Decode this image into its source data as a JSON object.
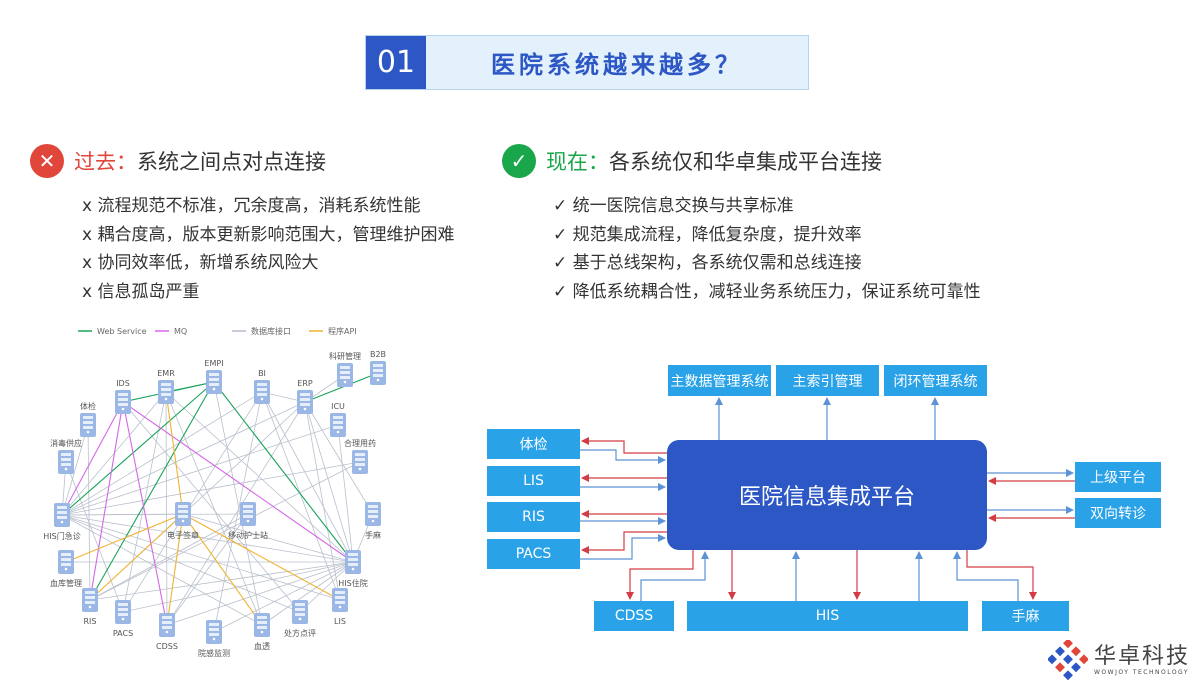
{
  "title": {
    "number": "01",
    "text": "医院系统越来越多？"
  },
  "past": {
    "icon": "x-circle-icon",
    "label": "过去：",
    "heading": "系统之间点对点连接",
    "items": [
      "x 流程规范不标准，冗余度高，消耗系统性能",
      "x 耦合度高，版本更新影响范围大，管理维护困难",
      "x 协同效率低，新增系统风险大",
      "x 信息孤岛严重"
    ]
  },
  "now": {
    "icon": "check-circle-icon",
    "label": "现在：",
    "heading": "各系统仅和华卓集成平台连接",
    "items": [
      "✓  统一医院信息交换与共享标准",
      "✓  规范集成流程，降低复杂度，提升效率",
      "✓  基于总线架构，各系统仅需和总线连接",
      "✓  降低系统耦合性，减轻业务系统压力，保证系统可靠性"
    ]
  },
  "network": {
    "legend": [
      {
        "label": "Web Service",
        "color": "#1aa35a"
      },
      {
        "label": "MQ",
        "color": "#d567e8"
      },
      {
        "label": "数据库接口",
        "color": "#b4bccb"
      },
      {
        "label": "程序API",
        "color": "#f0b433"
      }
    ],
    "nodes": [
      "科研管理",
      "B2B",
      "EMPI",
      "EMR",
      "BI",
      "ERP",
      "IDS",
      "ICU",
      "体检",
      "合理用药",
      "消毒供应",
      "HIS门急诊",
      "电子签章",
      "移动护士站",
      "手麻",
      "血库管理",
      "HIS住院",
      "RIS",
      "LIS",
      "PACS",
      "处方点评",
      "CDSS",
      "血透",
      "院感监测"
    ],
    "edges": {
      "ws": [
        [
          3,
          2
        ],
        [
          6,
          2
        ],
        [
          2,
          11
        ],
        [
          2,
          17
        ],
        [
          2,
          16
        ],
        [
          5,
          1
        ]
      ],
      "mq": [
        [
          6,
          11
        ],
        [
          6,
          17
        ],
        [
          6,
          21
        ],
        [
          6,
          16
        ]
      ],
      "api": [
        [
          3,
          12
        ],
        [
          12,
          15
        ],
        [
          12,
          17
        ],
        [
          12,
          21
        ],
        [
          12,
          22
        ],
        [
          12,
          18
        ]
      ],
      "db": [
        [
          11,
          3
        ],
        [
          11,
          4
        ],
        [
          11,
          5
        ],
        [
          11,
          7
        ],
        [
          11,
          9
        ],
        [
          11,
          8
        ],
        [
          11,
          10
        ],
        [
          11,
          16
        ],
        [
          11,
          18
        ],
        [
          11,
          20
        ],
        [
          11,
          22
        ],
        [
          11,
          12
        ],
        [
          11,
          13
        ],
        [
          3,
          16
        ],
        [
          3,
          21
        ],
        [
          3,
          19
        ],
        [
          3,
          22
        ],
        [
          4,
          5
        ],
        [
          4,
          16
        ],
        [
          4,
          18
        ],
        [
          4,
          19
        ],
        [
          5,
          16
        ],
        [
          5,
          17
        ],
        [
          5,
          21
        ],
        [
          5,
          14
        ],
        [
          0,
          5
        ],
        [
          7,
          16
        ],
        [
          9,
          17
        ],
        [
          14,
          16
        ],
        [
          8,
          17
        ],
        [
          15,
          16
        ],
        [
          16,
          17
        ],
        [
          16,
          19
        ],
        [
          16,
          20
        ],
        [
          16,
          21
        ],
        [
          16,
          22
        ],
        [
          16,
          23
        ],
        [
          16,
          12
        ],
        [
          13,
          21
        ],
        [
          13,
          17
        ],
        [
          2,
          22
        ],
        [
          6,
          20
        ],
        [
          4,
          23
        ],
        [
          10,
          19
        ],
        [
          5,
          18
        ]
      ]
    }
  },
  "integration": {
    "platform": "医院信息集成平台",
    "top": [
      "主数据管理系统",
      "主索引管理",
      "闭环管理系统"
    ],
    "left": [
      "体检",
      "LIS",
      "RIS",
      "PACS"
    ],
    "right": [
      "上级平台",
      "双向转诊"
    ],
    "bottom": [
      "CDSS",
      "HIS",
      "手麻"
    ]
  },
  "brand": {
    "name": "华卓科技",
    "sub": "WOWJOY TECHNOLOGY",
    "red": "#e0463a",
    "blue": "#2c57c4"
  }
}
